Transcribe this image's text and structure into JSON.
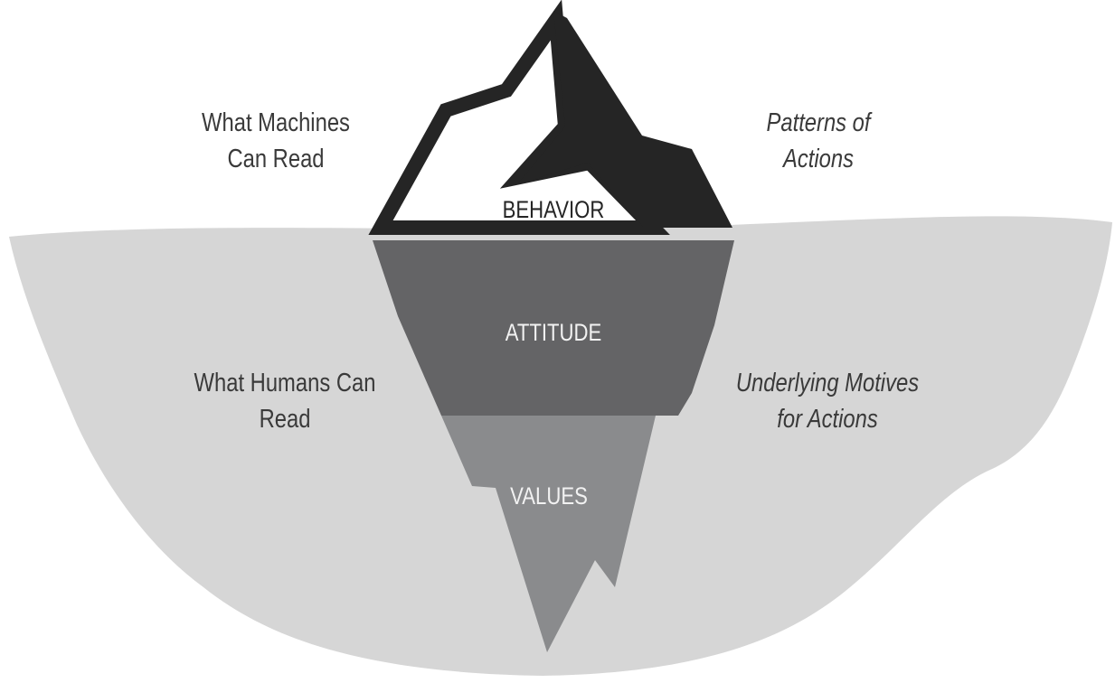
{
  "diagram": {
    "layers": {
      "behavior": "BEHAVIOR",
      "attitude": "ATTITUDE",
      "values": "VALUES"
    },
    "left_labels": {
      "above_water": {
        "line1": "What Machines",
        "line2": "Can Read"
      },
      "below_water": {
        "line1": "What Humans Can",
        "line2": "Read"
      }
    },
    "right_labels": {
      "above_water": {
        "line1": "Patterns of",
        "line2": "Actions"
      },
      "below_water": {
        "line1": "Underlying Motives",
        "line2": "for Actions"
      }
    },
    "colors": {
      "water": "#d6d6d6",
      "iceberg_outline": "#252525",
      "attitude_layer": "#646466",
      "values_layer": "#8a8b8d",
      "text_dark": "#3a3a3a",
      "text_light": "#f2f2f2"
    }
  }
}
